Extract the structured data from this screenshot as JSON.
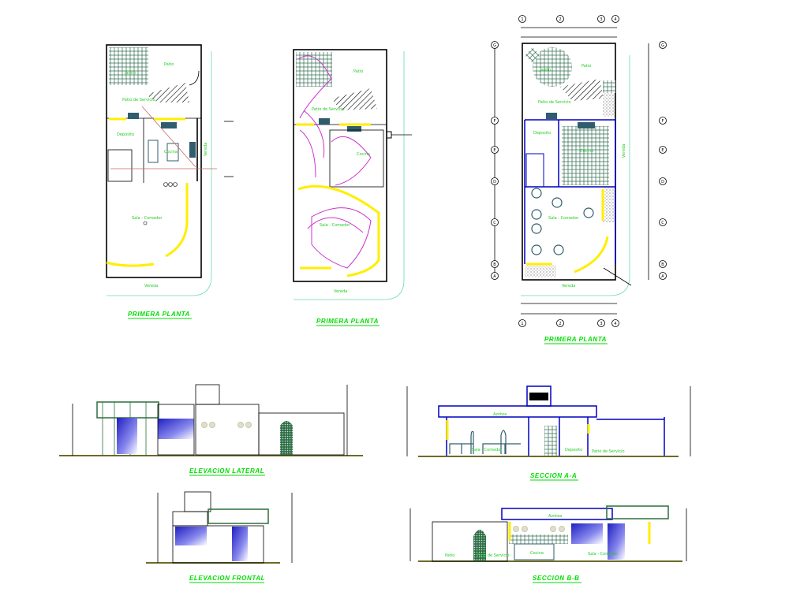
{
  "drawing": {
    "plans": [
      {
        "title": "PRIMERA PLANTA",
        "rooms": {
          "patio": "Patio",
          "jardin": "Jardin",
          "patio_servicio": "Patio de Servicio",
          "deposito": "Deposito",
          "cocina": "Cocina",
          "sala_comedor": "Sala - Comedor",
          "vereda_bottom": "Vereda",
          "vereda_side": "Vereda"
        }
      },
      {
        "title": "PRIMERA PLANTA",
        "rooms": {
          "patio": "Patio",
          "patio_servicio": "Patio de Servicio",
          "cocina": "Cocina",
          "sala_comedor": "Sala - Comedor",
          "vereda_bottom": "Vereda"
        }
      },
      {
        "title": "PRIMERA PLANTA",
        "rooms": {
          "patio": "Patio",
          "jardin": "Jardin",
          "patio_servicio": "Patio de Servicio",
          "deposito": "Deposito",
          "cocina": "Cocina",
          "sala_comedor": "Sala - Comedor",
          "vereda_bottom": "Vereda",
          "vereda_side": "Vereda"
        },
        "axes_columns": [
          "1",
          "2",
          "3",
          "4"
        ],
        "axes_rows": [
          "G",
          "F",
          "E",
          "D",
          "C",
          "B",
          "A"
        ]
      }
    ],
    "elevations": [
      {
        "title": "ELEVACION LATERAL"
      },
      {
        "title": "SECCION A-A",
        "labels": {
          "azotea": "Azotea",
          "sala": "Sala - Comedor",
          "deposito": "Deposito",
          "patio_servicio": "Patio de Servicio"
        }
      },
      {
        "title": "ELEVACION FRONTAL"
      },
      {
        "title": "SECCION B-B",
        "labels": {
          "azotea": "Azotea",
          "patio": "Patio",
          "patio_servicio": "Patio de Servicio",
          "cocina": "Cocina",
          "sala": "Sala - Comedor"
        }
      }
    ],
    "colors": {
      "walls": "#000000",
      "title": "#00dd00",
      "labels": "#22cc22",
      "openings": "#ffee00",
      "section_walls": "#0000c0",
      "electrical": "#cc33cc",
      "sidewalk": "#66ddaa"
    }
  }
}
